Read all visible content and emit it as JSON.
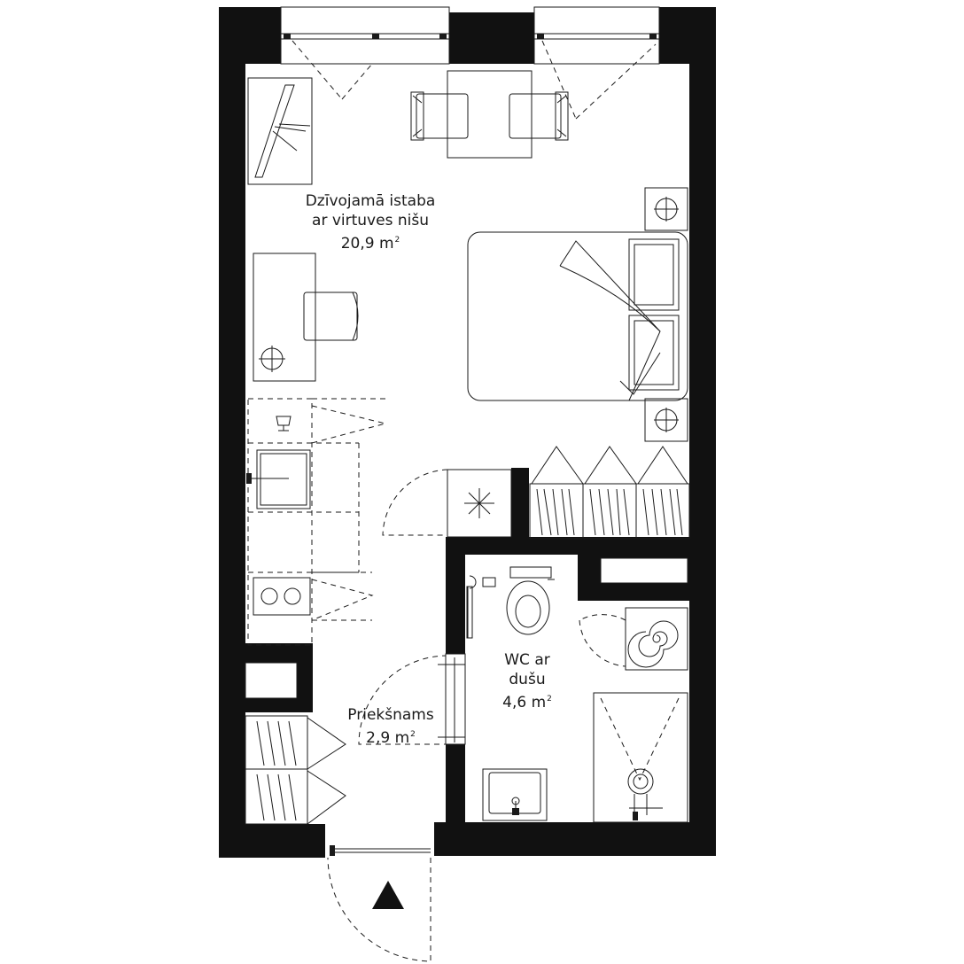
{
  "rooms": [
    {
      "id": "living",
      "name_line1": "Dzīvojamā istaba",
      "name_line2": "ar virtuves nišu",
      "area": "20,9",
      "unit": "m",
      "unit_exp": "2"
    },
    {
      "id": "wc",
      "name_line1": "WC ar",
      "name_line2": "dušu",
      "area": "4,6",
      "unit": "m",
      "unit_exp": "2"
    },
    {
      "id": "hall",
      "name_line1": "Priekšnams",
      "area": "2,9",
      "unit": "m",
      "unit_exp": "2"
    }
  ],
  "colors": {
    "wall": "#111111",
    "line": "#1a1a1a",
    "background": "#ffffff"
  },
  "icons": [
    "entrance-arrow-icon",
    "sink-icon",
    "cooktop-icon",
    "toilet-icon",
    "shower-icon",
    "washing-machine-icon",
    "lamp-icon",
    "wardrobe-icon"
  ]
}
